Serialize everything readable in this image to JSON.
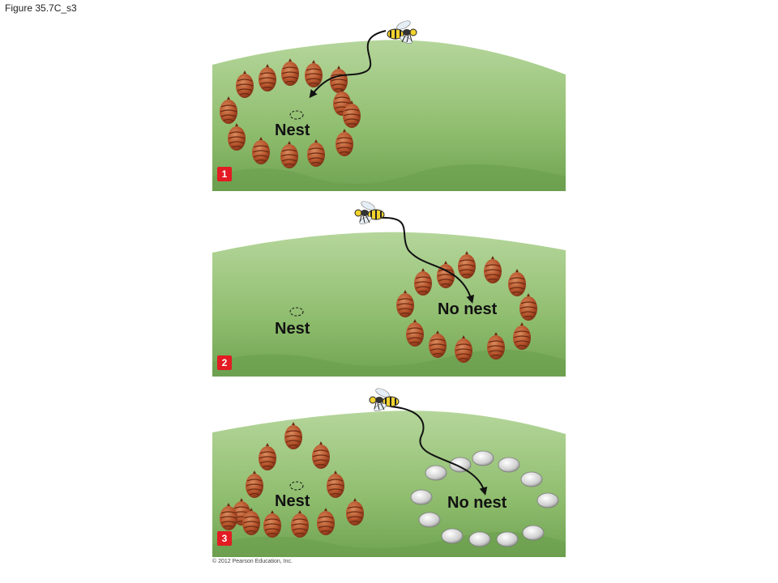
{
  "figure_title": "Figure 35.7C_s3",
  "copyright": "© 2012 Pearson Education, Inc.",
  "panels": [
    {
      "step": "1",
      "labels": {
        "nest": "Nest"
      }
    },
    {
      "step": "2",
      "labels": {
        "nest": "Nest",
        "no_nest": "No nest"
      }
    },
    {
      "step": "3",
      "labels": {
        "nest": "Nest",
        "no_nest": "No nest"
      }
    }
  ],
  "colors": {
    "step_badge": "#e31b23",
    "grass": "#8fbd6e",
    "pinecone": "#b5532b",
    "stone": "#c9c9c9"
  }
}
